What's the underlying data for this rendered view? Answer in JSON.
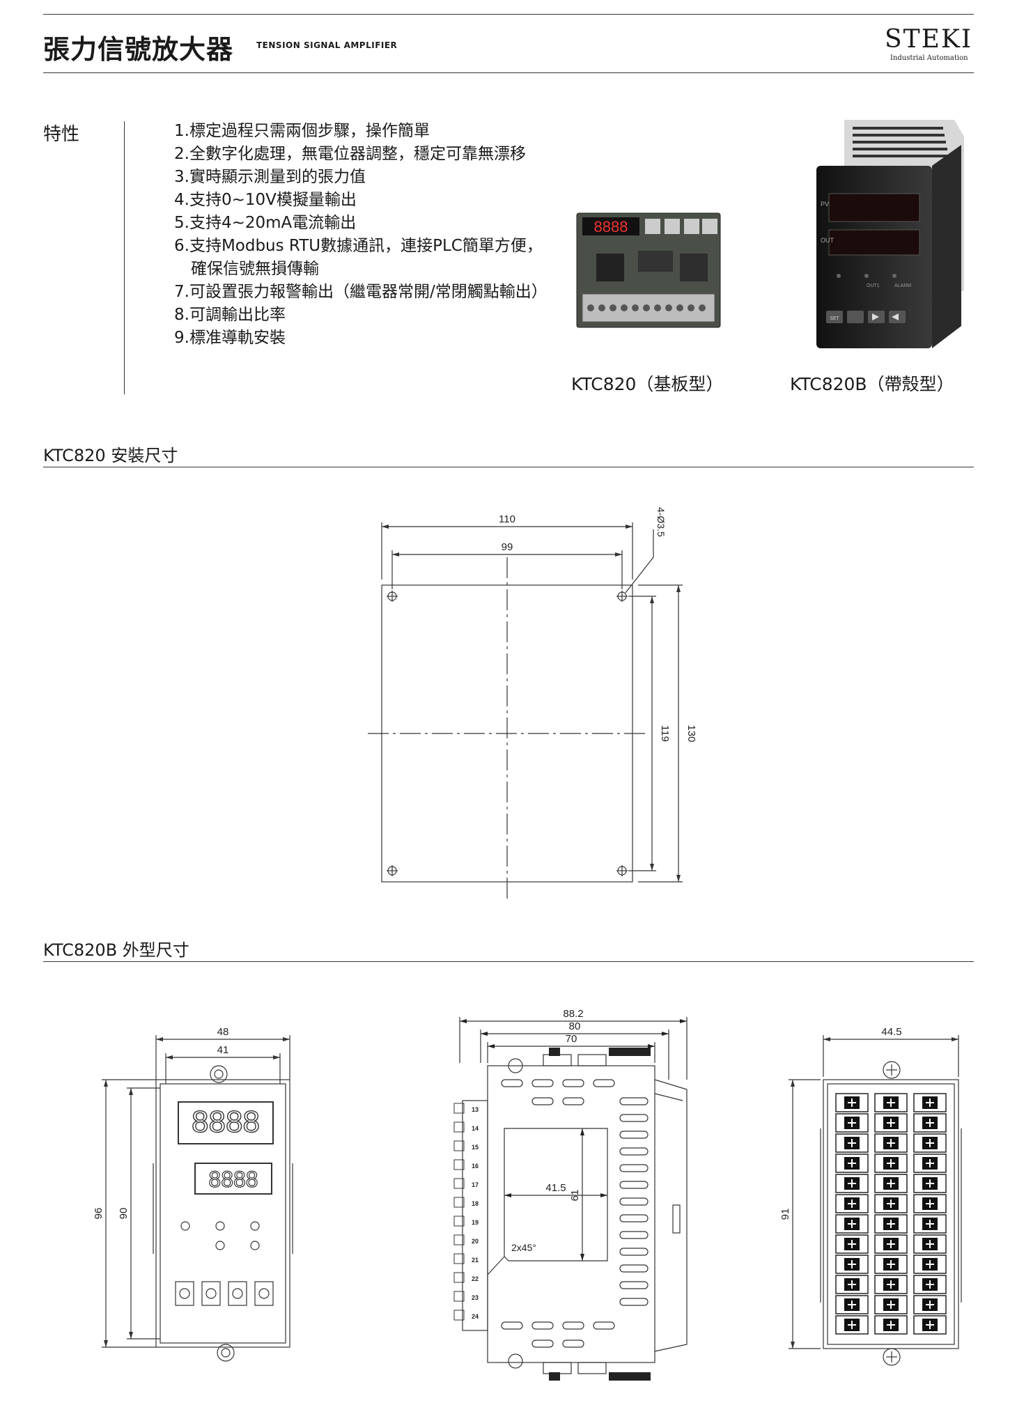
{
  "header": {
    "title_cn": "張力信號放大器",
    "title_en": "TENSION SIGNAL AMPLIFIER",
    "logo": "STEKI",
    "logo_sub": "Industrial Automation"
  },
  "features": {
    "heading": "特性",
    "items": [
      "1.標定過程只需兩個步驟，操作簡單",
      "2.全數字化處理，無電位器調整，穩定可靠無漂移",
      "3.實時顯示測量到的張力值",
      "4.支持0~10V模擬量輸出",
      "5.支持4~20mA電流輸出",
      "6.支持Modbus RTU數據通訊，連接PLC簡單方便，確保信號無損傳輸",
      "7.可設置張力報警輸出（繼電器常開/常閉觸點輸出）",
      "8.可調輸出比率",
      "9.標准導軌安裝"
    ]
  },
  "products": {
    "board_caption": "KTC820（基板型）",
    "case_caption": "KTC820B（帶殼型）",
    "board_display": "8888",
    "case_labels": [
      "PV",
      "OUT",
      "SET",
      "OUT1",
      "ALARM"
    ]
  },
  "section1": {
    "title": "KTC820 安裝尺寸",
    "dims": {
      "width_outer": "110",
      "width_holes": "99",
      "height_holes": "119",
      "height_outer": "130",
      "hole_label": "4-Ø3.5"
    }
  },
  "section2": {
    "title": "KTC820B 外型尺寸",
    "front": {
      "w_outer": "48",
      "w_inner": "41",
      "h_outer": "96",
      "h_inner": "90",
      "display": "8888"
    },
    "side": {
      "d1": "88.2",
      "d2": "80",
      "d3": "70",
      "win_w": "41.5",
      "win_h": "61",
      "chamfer": "2x45°",
      "terminals": [
        "13",
        "14",
        "15",
        "16",
        "17",
        "18",
        "19",
        "20",
        "21",
        "22",
        "23",
        "24"
      ]
    },
    "rear": {
      "width": "44.5",
      "height": "91"
    }
  }
}
